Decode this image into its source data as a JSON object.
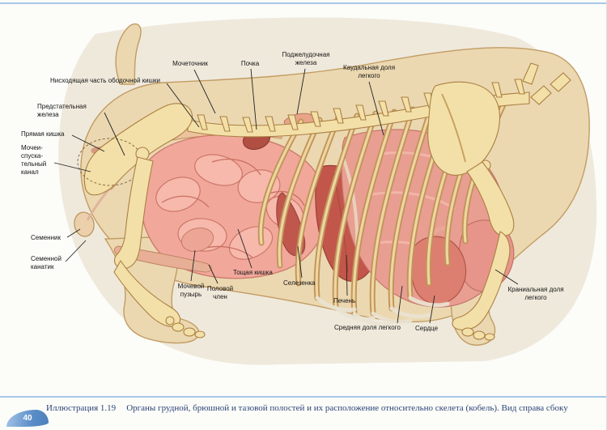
{
  "page": {
    "number": "40",
    "caption": {
      "label": "Иллюстрация 1.19",
      "text": "Органы грудной, брюшной и тазовой полостей и их расположение относительно скелета (кобель). Вид справа сбоку"
    },
    "colors": {
      "rule_blue": "#a9c8e8",
      "caption_blue": "#2a4576",
      "pagenum_blue": "#5b8ec8"
    }
  },
  "figure": {
    "labels": [
      {
        "id": "ureter",
        "text": "Мочеточник"
      },
      {
        "id": "kidney",
        "text": "Почка"
      },
      {
        "id": "pancreas",
        "text": "Поджелудочная\nжелеза"
      },
      {
        "id": "caudal-lung-lobe",
        "text": "Каудальная доля\nлегкого"
      },
      {
        "id": "descending-colon",
        "text": "Нисходящая часть ободочной кишки"
      },
      {
        "id": "prostate",
        "text": "Предстательная\nжелеза"
      },
      {
        "id": "rectum",
        "text": "Прямая кишка"
      },
      {
        "id": "urethra",
        "text": "Мочеи-\nспуска-\nтельный\nканал"
      },
      {
        "id": "testis",
        "text": "Семенник"
      },
      {
        "id": "spermatic-cord",
        "text": "Семенной\nканатик"
      },
      {
        "id": "bladder",
        "text": "Мочевой\nпузырь"
      },
      {
        "id": "penis",
        "text": "Половой\nчлен"
      },
      {
        "id": "jejunum",
        "text": "Тощая кишка"
      },
      {
        "id": "spleen",
        "text": "Селезенка"
      },
      {
        "id": "liver",
        "text": "Печень"
      },
      {
        "id": "middle-lung-lobe",
        "text": "Средняя доля легкого"
      },
      {
        "id": "heart",
        "text": "Сердце"
      },
      {
        "id": "cranial-lung-lobe",
        "text": "Краниальная доля\nлегкого"
      }
    ],
    "colors": {
      "body": "#ebd8b1",
      "bone": "#f3e0a8",
      "intestine_pink": "#f1a89b",
      "organ_dark_red": "#c2564a",
      "lung_pink": "#e99e92"
    }
  }
}
